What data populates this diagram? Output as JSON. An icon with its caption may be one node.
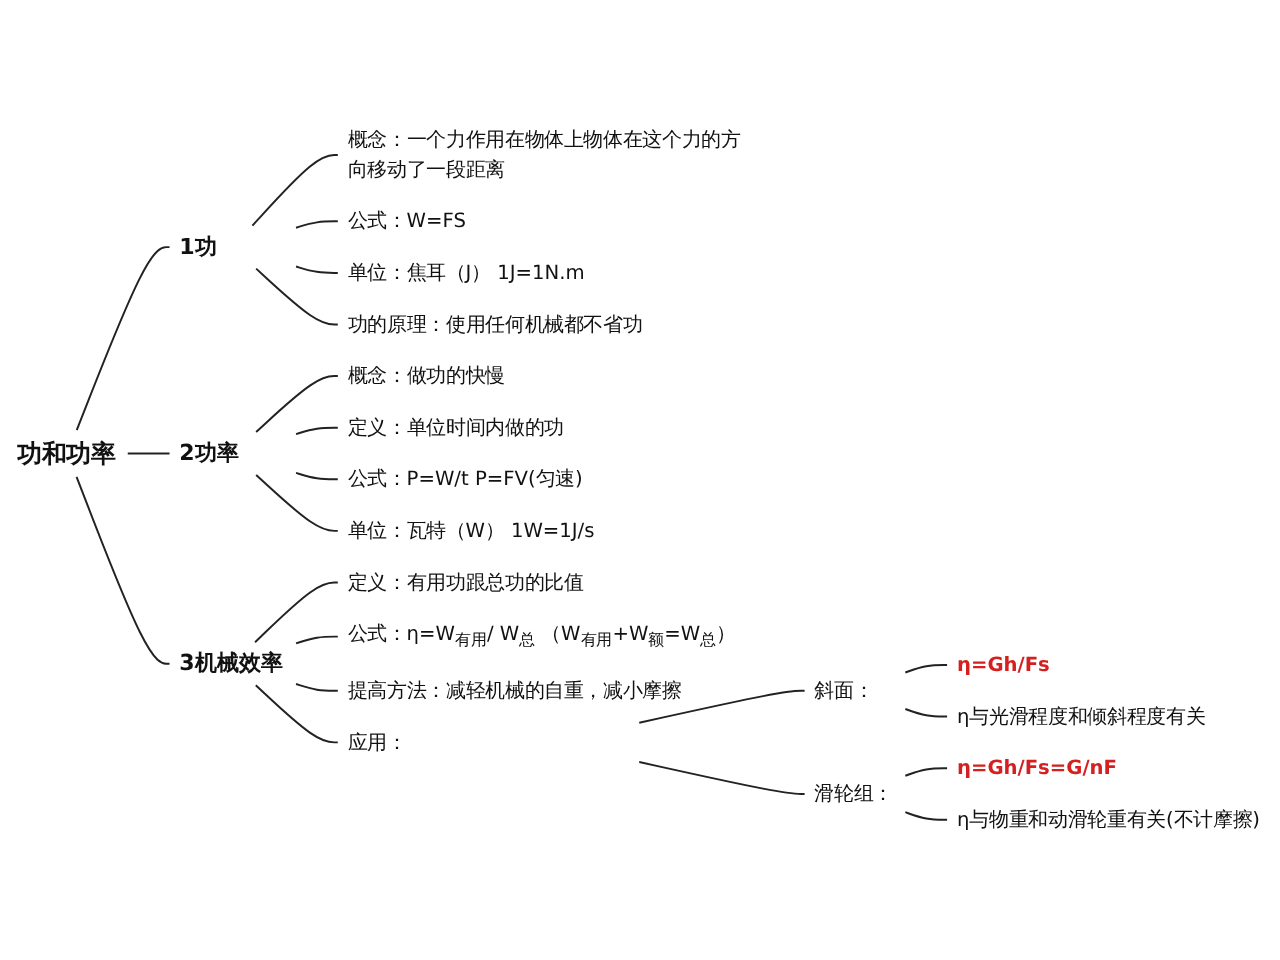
{
  "diagram": {
    "nodes": [
      {
        "text": [
          "功和功率"
        ]
      },
      {
        "text": [
          "1功"
        ]
      },
      {
        "text": [
          "概念：一个力作用在物体上物体在这个力的方向移动了一段距离"
        ]
      },
      {
        "text": [
          "公式：W=FS"
        ]
      },
      {
        "text": [
          "单位：焦耳（J） 1J=1N.m"
        ]
      },
      {
        "text": [
          "功的原理：使用任何机械都不省功"
        ]
      },
      {
        "text": [
          "2功率"
        ]
      },
      {
        "text": [
          "概念：做功的快慢"
        ]
      },
      {
        "text": [
          "定义：单位时间内做的功"
        ]
      },
      {
        "text": [
          "公式：P=W/t P=FV(匀速)"
        ]
      },
      {
        "text": [
          "单位：瓦特（W） 1W=1J/s"
        ]
      },
      {
        "text": [
          "3机械效率"
        ]
      },
      {
        "text": [
          "定义：有用功跟总功的比值"
        ]
      },
      {
        "text": [
          "公式：η=W$_{有用}$/ W$_{总}$ （W$_{有用}$+W$_{额}$=W$_{总}$）"
        ]
      },
      {
        "text": [
          "提高方法：减轻机械的自重，减小摩擦"
        ]
      },
      {
        "text": [
          "应用："
        ]
      },
      {
        "text": [
          "斜面："
        ]
      },
      {
        "text": [
          "η=Gh/Fs"
        ]
      },
      {
        "text": [
          "η与光滑程度和倾斜程度有关"
        ]
      },
      {
        "text": [
          "滑轮组："
        ]
      },
      {
        "text": [
          "η=Gh/Fs=G/nF"
        ]
      },
      {
        "text": [
          "η与物重和动滑轮重有关(不计摩擦)"
        ]
      }
    ],
    "edges": [
      {
        "from": 0,
        "to": 1,
        "arrow": "none"
      },
      {
        "from": 0,
        "to": 6,
        "arrow": "none"
      },
      {
        "from": 0,
        "to": 11,
        "arrow": "none"
      },
      {
        "from": 1,
        "to": 2,
        "arrow": "none"
      },
      {
        "from": 1,
        "to": 3,
        "arrow": "none"
      },
      {
        "from": 1,
        "to": 4,
        "arrow": "none"
      },
      {
        "from": 1,
        "to": 5,
        "arrow": "none"
      },
      {
        "from": 6,
        "to": 7,
        "arrow": "none"
      },
      {
        "from": 6,
        "to": 8,
        "arrow": "none"
      },
      {
        "from": 6,
        "to": 9,
        "arrow": "none"
      },
      {
        "from": 6,
        "to": 10,
        "arrow": "none"
      },
      {
        "from": 11,
        "to": 12,
        "arrow": "none"
      },
      {
        "from": 11,
        "to": 13,
        "arrow": "none"
      },
      {
        "from": 11,
        "to": 14,
        "arrow": "none"
      },
      {
        "from": 11,
        "to": 15,
        "arrow": "none"
      },
      {
        "from": 15,
        "to": 16,
        "arrow": "none"
      },
      {
        "from": 15,
        "to": 19,
        "arrow": "none"
      },
      {
        "from": 16,
        "to": 17,
        "arrow": "none"
      },
      {
        "from": 16,
        "to": 18,
        "arrow": "none"
      },
      {
        "from": 19,
        "to": 20,
        "arrow": "none"
      },
      {
        "from": 19,
        "to": 21,
        "arrow": "none"
      }
    ]
  }
}
